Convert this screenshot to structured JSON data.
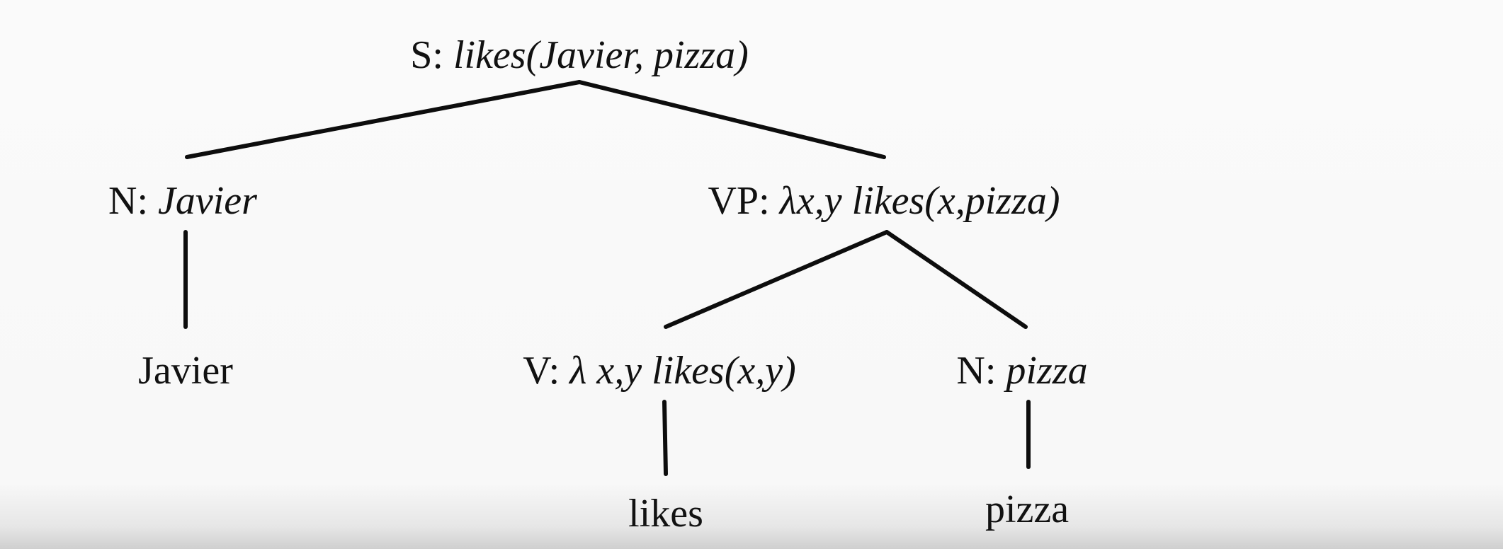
{
  "tree": {
    "root": {
      "cat": "S:",
      "sem": "likes(Javier, pizza)"
    },
    "subject": {
      "cat": "N:",
      "sem": "Javier",
      "word": "Javier"
    },
    "vp": {
      "cat": "VP:",
      "sem": "λx,y likes(x,pizza)"
    },
    "verb": {
      "cat": "V:",
      "sem": "λ x,y likes(x,y)",
      "word": "likes"
    },
    "object": {
      "cat": "N:",
      "sem": "pizza",
      "word": "pizza"
    }
  }
}
